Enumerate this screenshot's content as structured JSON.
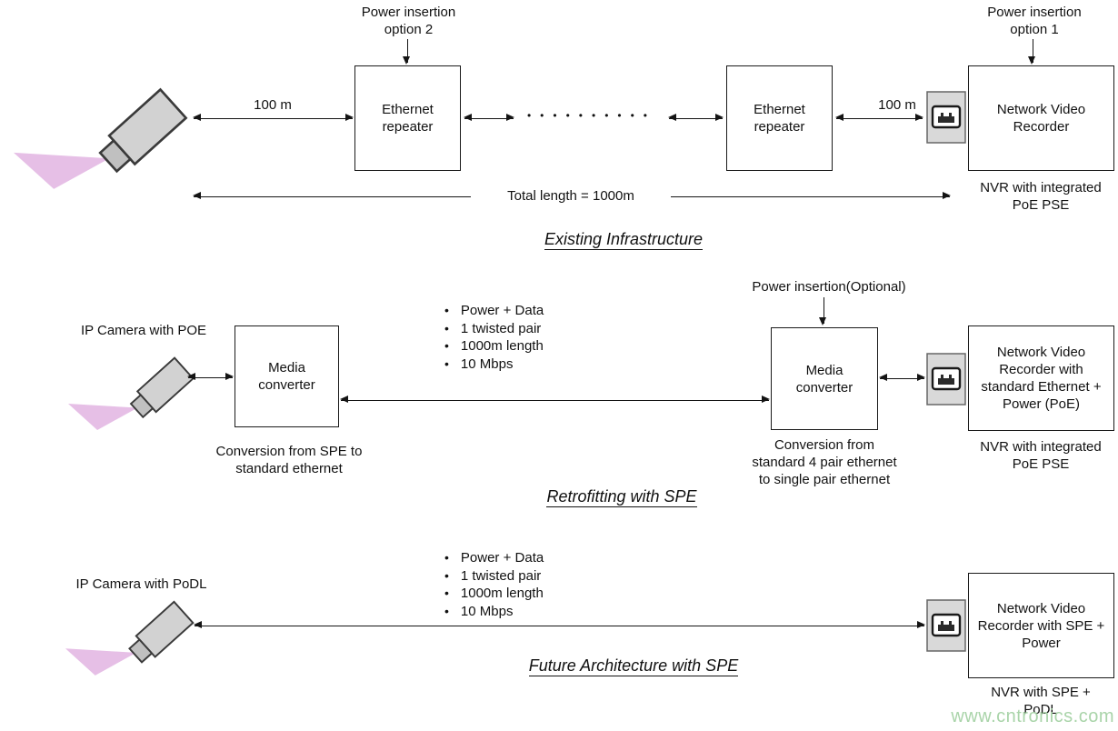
{
  "existing": {
    "title": "Existing Infrastructure",
    "power_insertion_option2": "Power insertion\noption 2",
    "power_insertion_option1": "Power insertion\noption 1",
    "distance_left": "100 m",
    "distance_right": "100 m",
    "repeater1_label": "Ethernet\nrepeater",
    "repeater2_label": "Ethernet\nrepeater",
    "dots": "••••••••••",
    "nvr_label": "Network Video\nRecorder",
    "nvr_caption": "NVR with integrated\nPoE PSE",
    "total_length_label": "Total length = 1000m"
  },
  "retrofit": {
    "title": "Retrofitting with SPE",
    "camera_label": "IP Camera with POE",
    "bullets": [
      "Power + Data",
      "1 twisted pair",
      "1000m length",
      "10 Mbps"
    ],
    "converter1_label": "Media\nconverter",
    "converter1_caption": "Conversion from SPE to\nstandard ethernet",
    "power_insertion_label": "Power insertion(Optional)",
    "converter2_label": "Media\nconverter",
    "converter2_caption": "Conversion from\nstandard 4 pair ethernet\nto single pair ethernet",
    "nvr_label": "Network Video\nRecorder with\nstandard Ethernet +\nPower (PoE)",
    "nvr_caption": "NVR with integrated\nPoE PSE"
  },
  "future": {
    "title": "Future Architecture with SPE",
    "camera_label": "IP Camera with PoDL",
    "bullets": [
      "Power + Data",
      "1 twisted pair",
      "1000m length",
      "10 Mbps"
    ],
    "nvr_label": "Network Video\nRecorder with SPE +\nPower",
    "nvr_caption": "NVR with SPE +\nPoDL"
  },
  "watermark": "www.cntronics.com",
  "colors": {
    "light_cone": "#e6bfe6",
    "camera_body": "#d2d2d2",
    "camera_lens": "#c0c0c0",
    "box_border": "#1a1a1a",
    "connector_fill": "#d9d9d9",
    "watermark_green": "#a9d4a9"
  }
}
